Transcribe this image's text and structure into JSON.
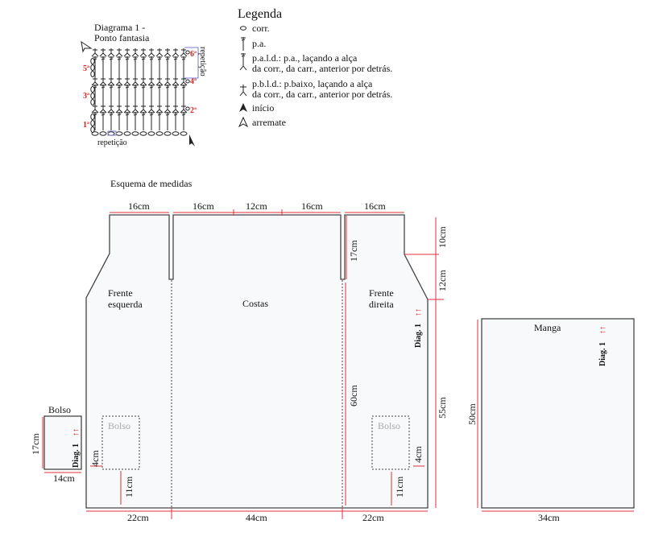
{
  "diagram": {
    "title_line1": "Diagrama 1 -",
    "title_line2": "Ponto fantasia",
    "rows": [
      "1ª",
      "2ª",
      "3ª",
      "4ª",
      "5ª",
      "6ª"
    ],
    "repeat_h": "repetição",
    "repeat_v": "repetição",
    "stitch_columns": 12
  },
  "legend": {
    "title": "Legenda",
    "items": [
      {
        "icon": "chain-oval-icon",
        "line1": "corr.",
        "line2": ""
      },
      {
        "icon": "double-crochet-icon",
        "line1": "p.a.",
        "line2": ""
      },
      {
        "icon": "double-crochet-back-loop-icon",
        "line1": "p.a.l.d.: p.a., laçando a alça",
        "line2": "da corr., da carr., anterior por detrás."
      },
      {
        "icon": "single-crochet-back-loop-icon",
        "line1": "p.b.l.d.: p.baixo, laçando a alça",
        "line2": "da corr., da carr., anterior por detrás."
      },
      {
        "icon": "start-arrow-icon",
        "line1": "início",
        "line2": ""
      },
      {
        "icon": "finish-arrow-icon",
        "line1": "arremate",
        "line2": ""
      }
    ]
  },
  "schema": {
    "title": "Esquema de medidas",
    "top": [
      "16cm",
      "16cm",
      "12cm",
      "16cm",
      "16cm"
    ],
    "bottom": [
      "22cm",
      "44cm",
      "22cm"
    ],
    "right": [
      "10cm",
      "12cm",
      "55cm"
    ],
    "slit": "17cm",
    "back_height": "60cm",
    "front_left": [
      "Frente",
      "esquerda"
    ],
    "back": "Costas",
    "front_right": [
      "Frente",
      "direita"
    ],
    "pocket_label": "Bolso",
    "pocket_side": "4cm",
    "pocket_bottom": "11cm",
    "diag_ref": "Diag. 1",
    "arrows": "↑↑",
    "pocket_piece": {
      "title": "Bolso",
      "height": "17cm",
      "width": "14cm"
    },
    "sleeve": {
      "title": "Manga",
      "height": "50cm",
      "width": "34cm"
    }
  }
}
